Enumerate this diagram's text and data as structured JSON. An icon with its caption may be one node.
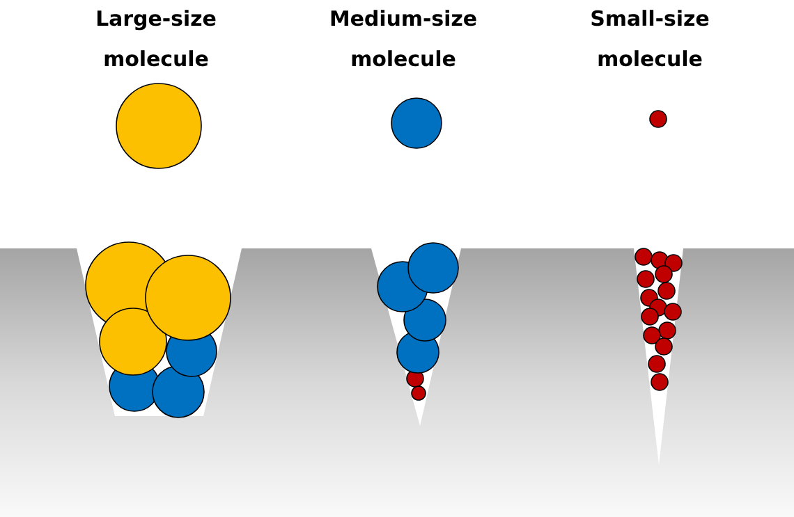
{
  "diagram": {
    "labels": [
      "Large-size molecule",
      "Medium-size molecule",
      "Small-size molecule"
    ]
  }
}
